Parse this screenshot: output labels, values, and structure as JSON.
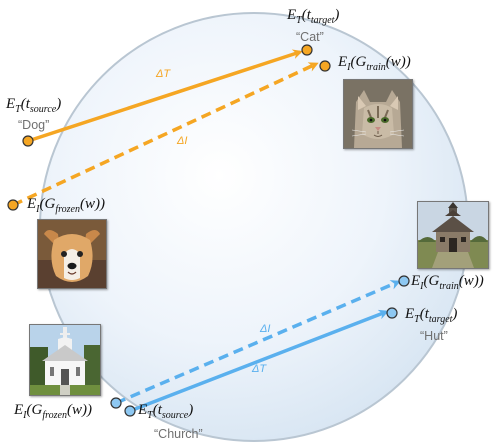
{
  "colors": {
    "orange": "#F5A623",
    "blue": "#5AB0EE",
    "circle_fill": "#DDEAF6",
    "circle_stroke": "#B9C6D2",
    "dot_fill_orange": "#F5A623",
    "dot_fill_blue": "#8EC8F2"
  },
  "dog_cat": {
    "target_label_main": "E",
    "target_label_sub": "T",
    "target_label_arg": "(t",
    "target_label_arg_sub": "target",
    "target_label_close": ")",
    "target_quote": "“Cat”",
    "source_label_main": "E",
    "source_label_sub": "T",
    "source_label_arg": "(t",
    "source_label_arg_sub": "source",
    "source_label_close": ")",
    "source_quote": "“Dog”",
    "train_label": {
      "a": "E",
      "b": "I",
      "c": "(G",
      "d": "train",
      "e": "(w))"
    },
    "frozen_label": {
      "a": "E",
      "b": "I",
      "c": "(G",
      "d": "frozen",
      "e": "(w))"
    },
    "delta_T": "ΔT",
    "delta_I": "ΔI",
    "image_source": "dog-photo",
    "image_target": "cat-photo"
  },
  "church_hut": {
    "target_label": {
      "a": "E",
      "b": "T",
      "c": "(t",
      "d": "target",
      "e": ")"
    },
    "target_quote": "“Hut”",
    "source_label": {
      "a": "E",
      "b": "T",
      "c": "(t",
      "d": "source",
      "e": ")"
    },
    "source_quote": "“Church”",
    "train_label": {
      "a": "E",
      "b": "I",
      "c": "(G",
      "d": "train",
      "e": "(w))"
    },
    "frozen_label": {
      "a": "E",
      "b": "I",
      "c": "(G",
      "d": "frozen",
      "e": "(w))"
    },
    "delta_T": "ΔT",
    "delta_I": "ΔI",
    "image_source": "church-photo",
    "image_target": "hut-photo"
  }
}
